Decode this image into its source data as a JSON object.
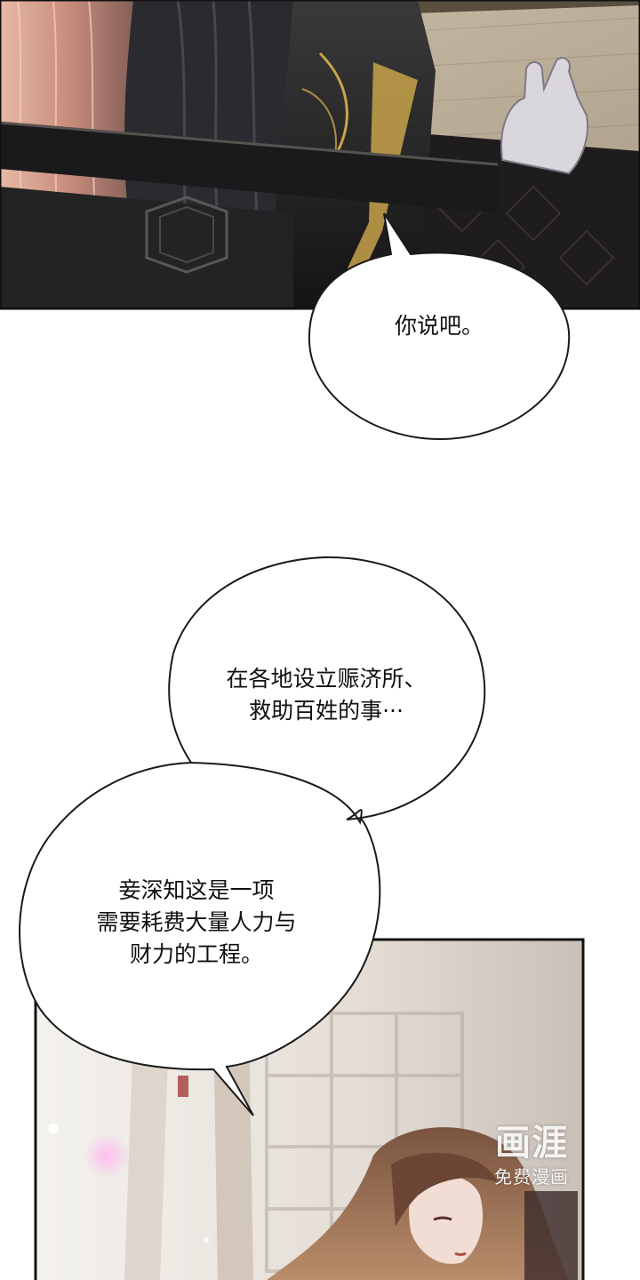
{
  "panels": {
    "top_scene": "dark robed figure at a screen, hand raised",
    "bottom_scene": "long-haired woman in a bright room with lattice windows"
  },
  "dialogue": [
    {
      "id": "bubble-1",
      "lines": [
        "你说吧。"
      ]
    },
    {
      "id": "bubble-2",
      "lines": [
        "在各地设立赈济所、",
        "救助百姓的事···"
      ]
    },
    {
      "id": "bubble-3",
      "lines": [
        "妾深知这是一项",
        "需要耗费大量人力与",
        "财力的工程。"
      ]
    }
  ],
  "watermark": {
    "logo": "画涯",
    "subtitle": "免费漫画"
  },
  "colors": {
    "panel_border": "#111111",
    "bubble_fill": "#ffffff",
    "background": "#ffffff"
  }
}
